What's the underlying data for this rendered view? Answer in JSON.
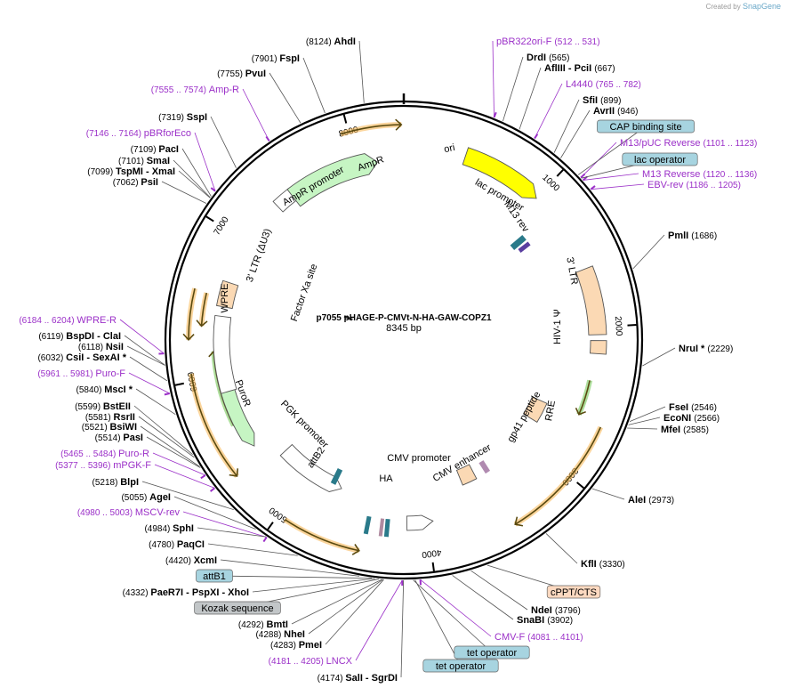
{
  "credit": {
    "text": "Created by",
    "brand": "SnapGene"
  },
  "plasmid": {
    "name": "p7055 pHAGE-P-CMVt-N-HA-GAW-COPZ1",
    "length": "8345 bp"
  },
  "ticks": [
    "1000",
    "2000",
    "3000",
    "4000",
    "5000",
    "6000",
    "7000",
    "8000"
  ],
  "sites": [
    {
      "name": "AhdI",
      "pos": "(8124)"
    },
    {
      "name": "FspI",
      "pos": "(7901)"
    },
    {
      "name": "PvuI",
      "pos": "(7755)"
    },
    {
      "name": "Amp-R",
      "pos": "(7555 .. 7574)",
      "primer": true
    },
    {
      "name": "SspI",
      "pos": "(7319)"
    },
    {
      "name": "pBRforEco",
      "pos": "(7146 .. 7164)",
      "primer": true
    },
    {
      "name": "PacI",
      "pos": "(7109)"
    },
    {
      "name": "SmaI",
      "pos": "(7101)"
    },
    {
      "name": "TspMI - XmaI",
      "pos": "(7099)"
    },
    {
      "name": "PsiI",
      "pos": "(7062)"
    },
    {
      "name": "WPRE-R",
      "pos": "(6184 .. 6204)",
      "primer": true
    },
    {
      "name": "BspDI - ClaI",
      "pos": "(6119)"
    },
    {
      "name": "NsiI",
      "pos": "(6118)"
    },
    {
      "name": "CsiI - SexAI *",
      "pos": "(6032)"
    },
    {
      "name": "Puro-F",
      "pos": "(5961 .. 5981)",
      "primer": true
    },
    {
      "name": "MscI *",
      "pos": "(5840)"
    },
    {
      "name": "BstEII",
      "pos": "(5599)"
    },
    {
      "name": "RsrII",
      "pos": "(5581)"
    },
    {
      "name": "BsiWI",
      "pos": "(5521)"
    },
    {
      "name": "PasI",
      "pos": "(5514)"
    },
    {
      "name": "Puro-R",
      "pos": "(5465 .. 5484)",
      "primer": true
    },
    {
      "name": "mPGK-F",
      "pos": "(5377 .. 5396)",
      "primer": true
    },
    {
      "name": "BlpI",
      "pos": "(5218)"
    },
    {
      "name": "AgeI",
      "pos": "(5055)"
    },
    {
      "name": "MSCV-rev",
      "pos": "(4980 .. 5003)",
      "primer": true
    },
    {
      "name": "SphI",
      "pos": "(4984)"
    },
    {
      "name": "PaqCI",
      "pos": "(4780)"
    },
    {
      "name": "XcmI",
      "pos": "(4420)"
    },
    {
      "name": "attB1",
      "boxed": "blue"
    },
    {
      "name": "PaeR7I - PspXI - XhoI",
      "pos": "(4332)"
    },
    {
      "name": "Kozak sequence",
      "boxed": "gray"
    },
    {
      "name": "BmtI",
      "pos": "(4292)"
    },
    {
      "name": "NheI",
      "pos": "(4288)"
    },
    {
      "name": "PmeI",
      "pos": "(4283)"
    },
    {
      "name": "LNCX",
      "pos": "(4181 .. 4205)",
      "primer": true
    },
    {
      "name": "SalI - SgrDI",
      "pos": "(4174)"
    },
    {
      "name": "tet operator",
      "boxed": "blue"
    },
    {
      "name": "tet operator",
      "boxed": "blue"
    },
    {
      "name": "CMV-F",
      "pos": "(4081 .. 4101)",
      "primer": true
    },
    {
      "name": "SnaBI",
      "pos": "(3902)"
    },
    {
      "name": "NdeI",
      "pos": "(3796)"
    },
    {
      "name": "cPPT/CTS",
      "boxed": "orange"
    },
    {
      "name": "KflI",
      "pos": "(3330)"
    },
    {
      "name": "AleI",
      "pos": "(2973)"
    },
    {
      "name": "MfeI",
      "pos": "(2585)"
    },
    {
      "name": "EcoNI",
      "pos": "(2566)"
    },
    {
      "name": "FseI",
      "pos": "(2546)"
    },
    {
      "name": "NruI *",
      "pos": "(2229)"
    },
    {
      "name": "PmlI",
      "pos": "(1686)"
    },
    {
      "name": "EBV-rev",
      "pos": "(1186 .. 1205)",
      "primer": true
    },
    {
      "name": "M13 Reverse",
      "pos": "(1120 .. 1136)",
      "primer": true
    },
    {
      "name": "lac operator",
      "boxed": "blue"
    },
    {
      "name": "M13/pUC Reverse",
      "pos": "(1101 .. 1123)",
      "primer": true
    },
    {
      "name": "CAP binding site",
      "boxed": "blue"
    },
    {
      "name": "AvrII",
      "pos": "(946)"
    },
    {
      "name": "SfiI",
      "pos": "(899)"
    },
    {
      "name": "L4440",
      "pos": "(765 .. 782)",
      "primer": true
    },
    {
      "name": "AflIII - PciI",
      "pos": "(667)"
    },
    {
      "name": "DrdI",
      "pos": "(565)"
    },
    {
      "name": "pBR322ori-F",
      "pos": "(512 .. 531)",
      "primer": true
    }
  ],
  "features": [
    {
      "name": "ori"
    },
    {
      "name": "lac promoter"
    },
    {
      "name": "M13 rev"
    },
    {
      "name": "3' LTR"
    },
    {
      "name": "HIV-1 Ψ"
    },
    {
      "name": "RRE"
    },
    {
      "name": "gp41 peptide"
    },
    {
      "name": "CMV enhancer"
    },
    {
      "name": "CMV promoter"
    },
    {
      "name": "HA"
    },
    {
      "name": "attB2"
    },
    {
      "name": "PGK promoter"
    },
    {
      "name": "PuroR"
    },
    {
      "name": "WPRE"
    },
    {
      "name": "3' LTR (ΔU3)"
    },
    {
      "name": "Factor Xa site"
    },
    {
      "name": "AmpR promoter"
    },
    {
      "name": "AmpR"
    }
  ],
  "colors": {
    "enzyme": "#000000",
    "primer": "#9b30c8",
    "ring": "#000000",
    "ori": "#ffff00",
    "ltr": "#fbd9b4",
    "promoter": "#ffffff",
    "marker": "#c6f5c3",
    "orange_arc": "#f7b34a",
    "box_blue": "#a7d4e0",
    "box_gray": "#c2c6c8",
    "box_orange": "#fdd9c0"
  }
}
